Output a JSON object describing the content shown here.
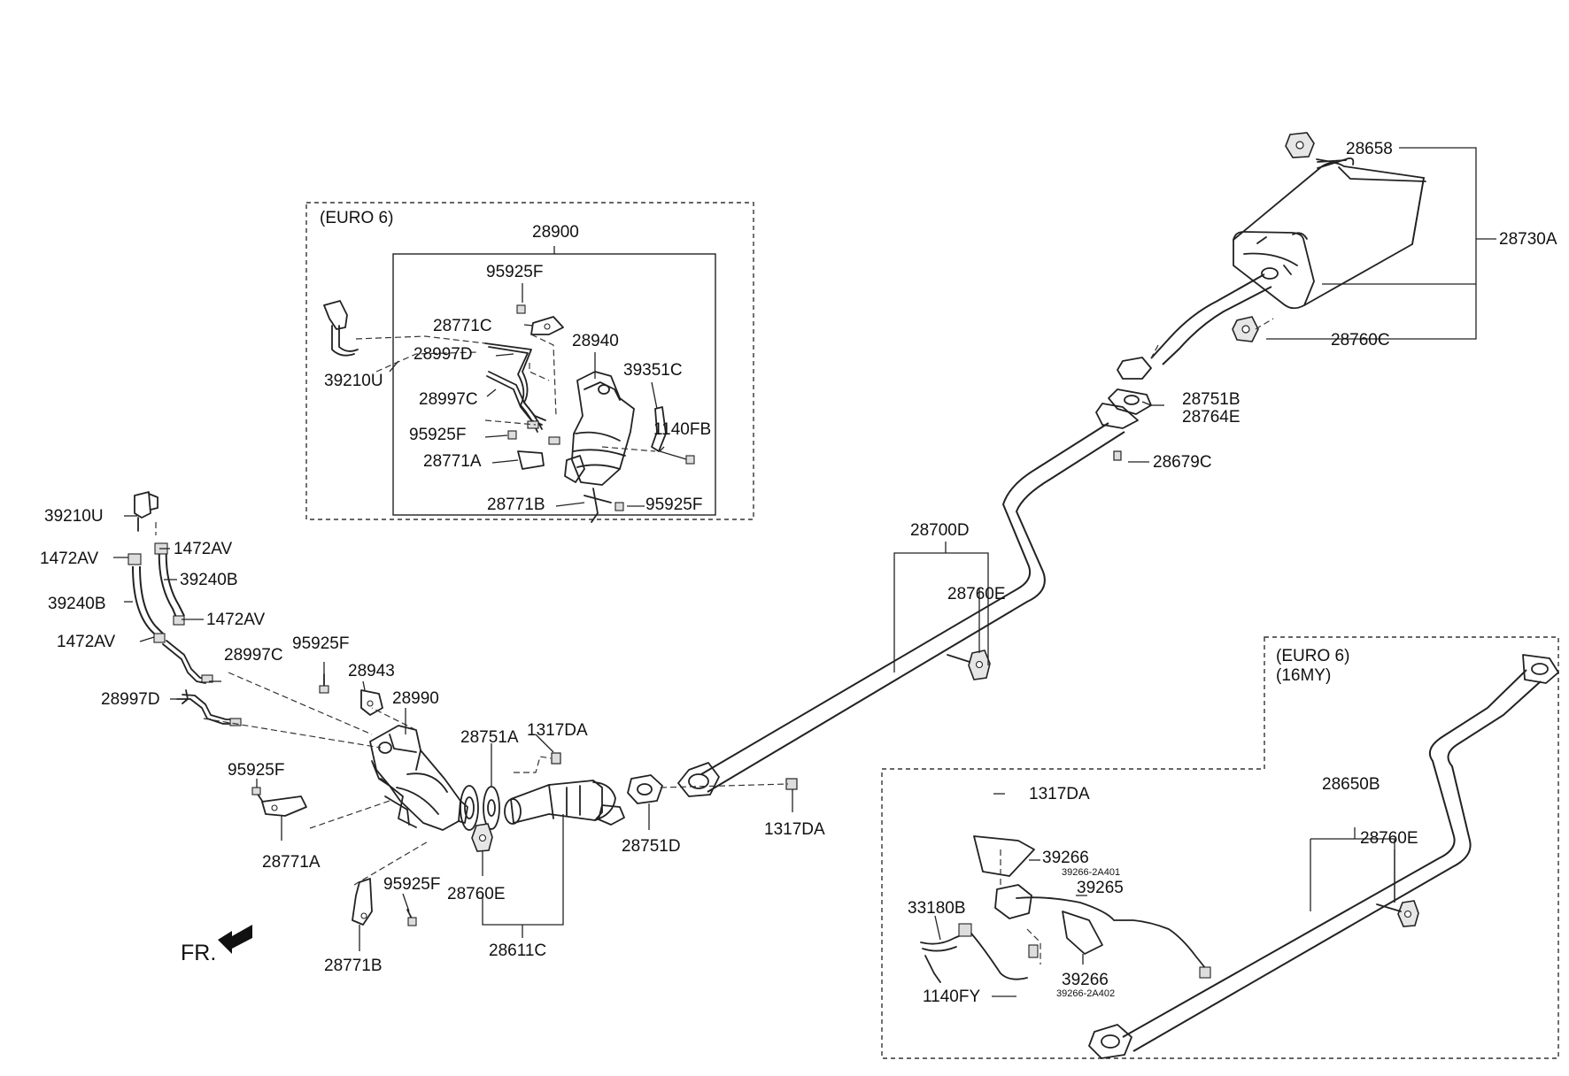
{
  "title": "",
  "labels": {
    "euro6_top": "(EURO 6)",
    "euro6_right": "(EURO 6)",
    "my16": "(16MY)",
    "fr": "FR.",
    "p28900": "28900",
    "p95925F_a": "95925F",
    "p28771C": "28771C",
    "p28940": "28940",
    "p28997D_a": "28997D",
    "p39351C": "39351C",
    "p39210U_a": "39210U",
    "p28997C_a": "28997C",
    "p1140FB": "1140FB",
    "p95925F_b": "95925F",
    "p28771A_a": "28771A",
    "p28771B_a": "28771B",
    "p95925F_c": "95925F",
    "p28658": "28658",
    "p28730A": "28730A",
    "p28760C": "28760C",
    "p28751B": "28751B",
    "p28764E": "28764E",
    "p28679C": "28679C",
    "p28700D": "28700D",
    "p28760E_a": "28760E",
    "p39210U_b": "39210U",
    "p1472AV_a": "1472AV",
    "p1472AV_b": "1472AV",
    "p39240B_a": "39240B",
    "p39240B_b": "39240B",
    "p1472AV_c": "1472AV",
    "p1472AV_d": "1472AV",
    "p28997C_b": "28997C",
    "p95925F_d": "95925F",
    "p28943": "28943",
    "p28990": "28990",
    "p28997D_b": "28997D",
    "p28751A": "28751A",
    "p1317DA_a": "1317DA",
    "p95925F_e": "95925F",
    "p28771A_b": "28771A",
    "p28751D": "28751D",
    "p1317DA_b": "1317DA",
    "p95925F_f": "95925F",
    "p28760E_b": "28760E",
    "p28771B_b": "28771B",
    "p28611C": "28611C",
    "p28650B": "28650B",
    "p28760E_c": "28760E",
    "p1317DA_c": "1317DA",
    "p39266_a": "39266",
    "p39266_a_sub": "39266-2A401",
    "p39265": "39265",
    "p33180B": "33180B",
    "p39266_b": "39266",
    "p39266_b_sub": "39266-2A402",
    "p1140FY": "1140FY"
  }
}
